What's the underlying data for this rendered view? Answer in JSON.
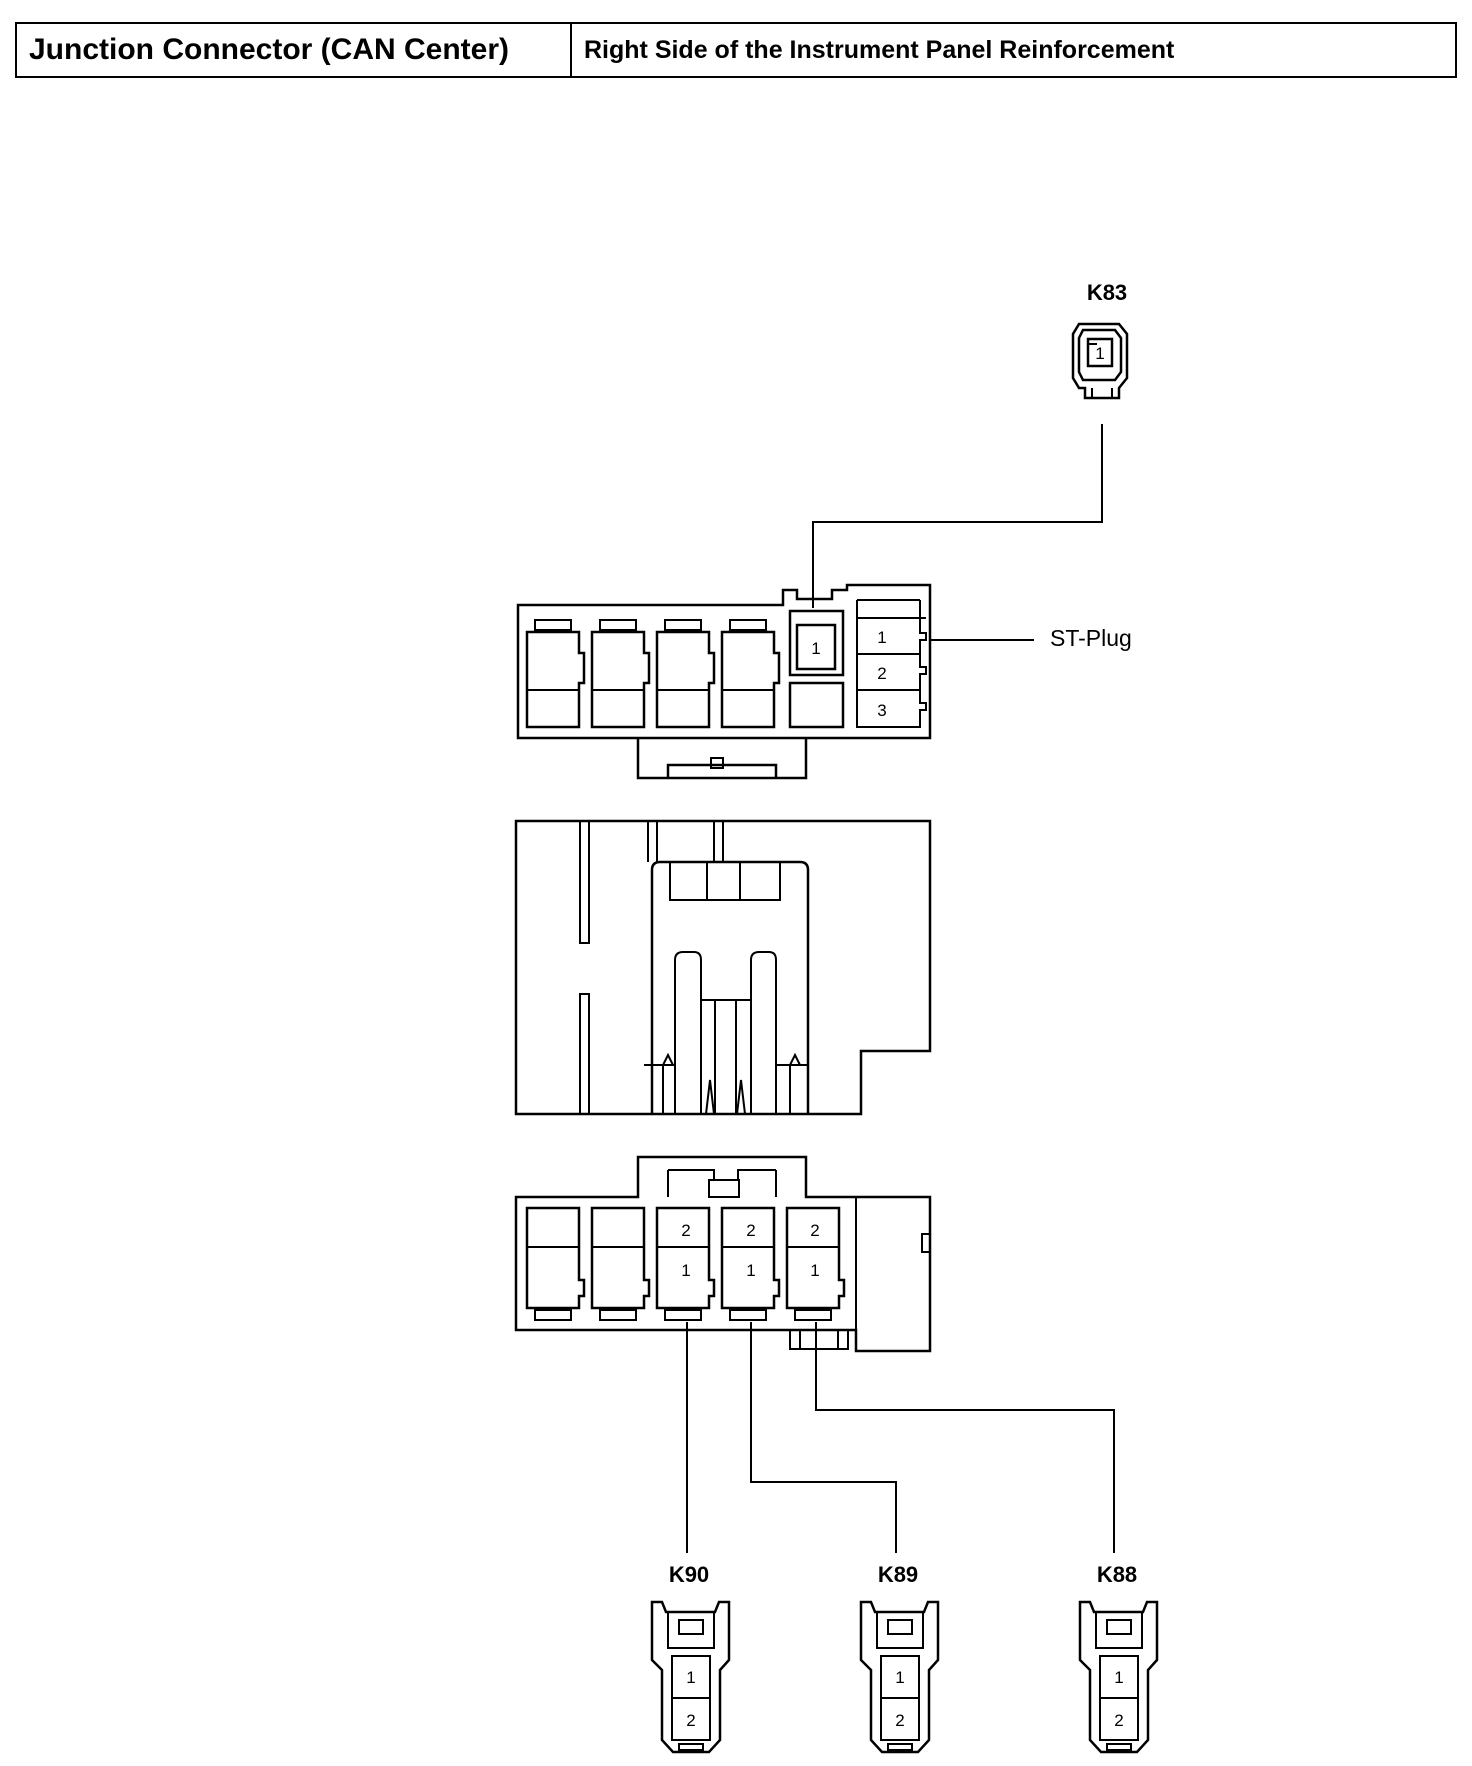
{
  "header": {
    "title": "Junction Connector (CAN Center)",
    "location": "Right Side of the Instrument Panel Reinforcement"
  },
  "connectors": {
    "k83": {
      "label": "K83",
      "pin": "1"
    },
    "k90": {
      "label": "K90",
      "pins": [
        "1",
        "2"
      ]
    },
    "k89": {
      "label": "K89",
      "pins": [
        "1",
        "2"
      ]
    },
    "k88": {
      "label": "K88",
      "pins": [
        "1",
        "2"
      ]
    }
  },
  "st_plug": {
    "label": "ST-Plug",
    "pins": [
      "1",
      "2",
      "3"
    ]
  },
  "top_connector": {
    "pin": "1"
  },
  "bottom_connector": {
    "pins_top": [
      "2",
      "2",
      "2"
    ],
    "pins_bottom": [
      "1",
      "1",
      "1"
    ]
  }
}
